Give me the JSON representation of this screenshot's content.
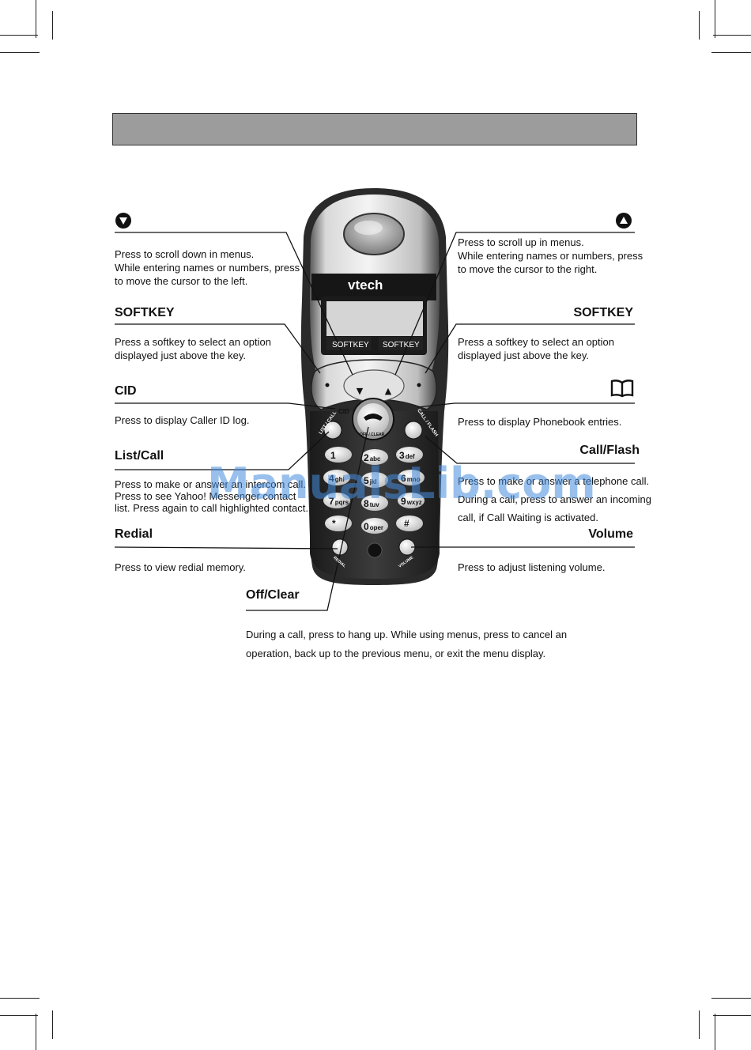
{
  "phone": {
    "brand": "vtech",
    "softkey_left": "SOFTKEY",
    "softkey_right": "SOFTKEY",
    "btn_cid": "CID",
    "btn_list_call": "LIST / CALL",
    "btn_off_clear": "OFF / CLEAR",
    "btn_call_flash": "CALL / FLASH",
    "btn_redial": "REDIAL",
    "btn_volume": "VOLUME",
    "keys": [
      {
        "digit": "1",
        "letters": ""
      },
      {
        "digit": "2",
        "letters": "abc"
      },
      {
        "digit": "3",
        "letters": "def"
      },
      {
        "digit": "4",
        "letters": "ghi"
      },
      {
        "digit": "5",
        "letters": "jkl"
      },
      {
        "digit": "6",
        "letters": "mno"
      },
      {
        "digit": "7",
        "letters": "pqrs"
      },
      {
        "digit": "8",
        "letters": "tuv"
      },
      {
        "digit": "9",
        "letters": "wxyz"
      },
      {
        "digit": "*",
        "letters": ""
      },
      {
        "digit": "0",
        "letters": "oper"
      },
      {
        "digit": "#",
        "letters": ""
      }
    ]
  },
  "callouts": {
    "down": {
      "line1": "Press to scroll down in menus.",
      "line2": "While entering names or numbers, press",
      "line3": "to move the cursor to the left."
    },
    "up": {
      "line1": "Press to scroll up in menus.",
      "line2": "While entering names or numbers, press",
      "line3": "to move the cursor to the right."
    },
    "softkey_left": {
      "title": "SOFTKEY",
      "line1": "Press a softkey to select an option",
      "line2": "displayed just above the key."
    },
    "softkey_right": {
      "title": "SOFTKEY",
      "line1": "Press a softkey to select an option",
      "line2": "displayed just above the key."
    },
    "cid": {
      "title": "CID",
      "line1": "Press to display Caller ID log."
    },
    "phonebook": {
      "line1": "Press to display Phonebook entries."
    },
    "list_call": {
      "title": "List/Call",
      "line1": "Press to make or answer an intercom call.",
      "line2": "Press to see Yahoo! Messenger contact",
      "line3": "list.  Press again to call highlighted contact."
    },
    "call_flash": {
      "title": "Call/Flash",
      "line1": "Press to make or answer a telephone call.",
      "line2": "During a call, press to answer an incoming",
      "line3": "call, if Call Waiting is activated."
    },
    "redial": {
      "title": "Redial",
      "line1": "Press to view redial memory."
    },
    "volume": {
      "title": "Volume",
      "line1": "Press to adjust listening volume."
    },
    "off_clear": {
      "title": "Off/Clear",
      "line1": "During a call, press to hang up. While using menus, press to cancel an",
      "line2": "operation, back up to the previous menu, or exit the menu display."
    }
  },
  "watermark": "ManualsLib.com"
}
